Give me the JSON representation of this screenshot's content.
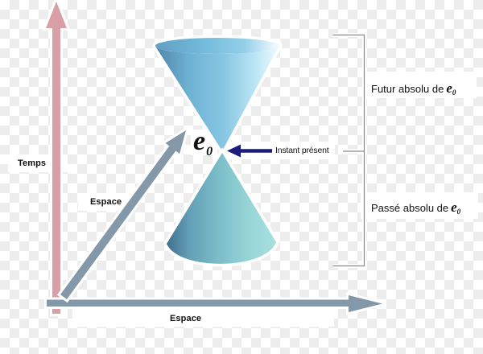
{
  "canvas": {
    "checker_light": "#ffffff",
    "checker_dark": "#ededed",
    "halo": "#ffffff"
  },
  "labels": {
    "time_axis": "Temps",
    "space_axis_diagonal": "Espace",
    "space_axis_horizontal": "Espace",
    "present_instant": "Instant présent",
    "future_prefix": "Futur absolu de",
    "past_prefix": "Passé absolu de",
    "event_symbol": "e",
    "event_subscript": "0"
  },
  "colors": {
    "time_axis": "#d8a0a6",
    "space_axis": "#8398a8",
    "present_arrow": "#1a1b7e",
    "bracket": "#8a8a8a",
    "text": "#111111",
    "cone_top_lateral_stops": [
      "#4f86a8",
      "#6fb3d4",
      "#86c6e2",
      "#bfe7f6",
      "#f0fbfe"
    ],
    "cone_top_ellipse_stops": [
      "#5f9fc2",
      "#74bcdc",
      "#93cfe9",
      "#eef9fd"
    ],
    "cone_bottom_stops": [
      "#41708f",
      "#64a1b8",
      "#7fc2cb",
      "#99d7d8",
      "#a9dfdf"
    ]
  }
}
